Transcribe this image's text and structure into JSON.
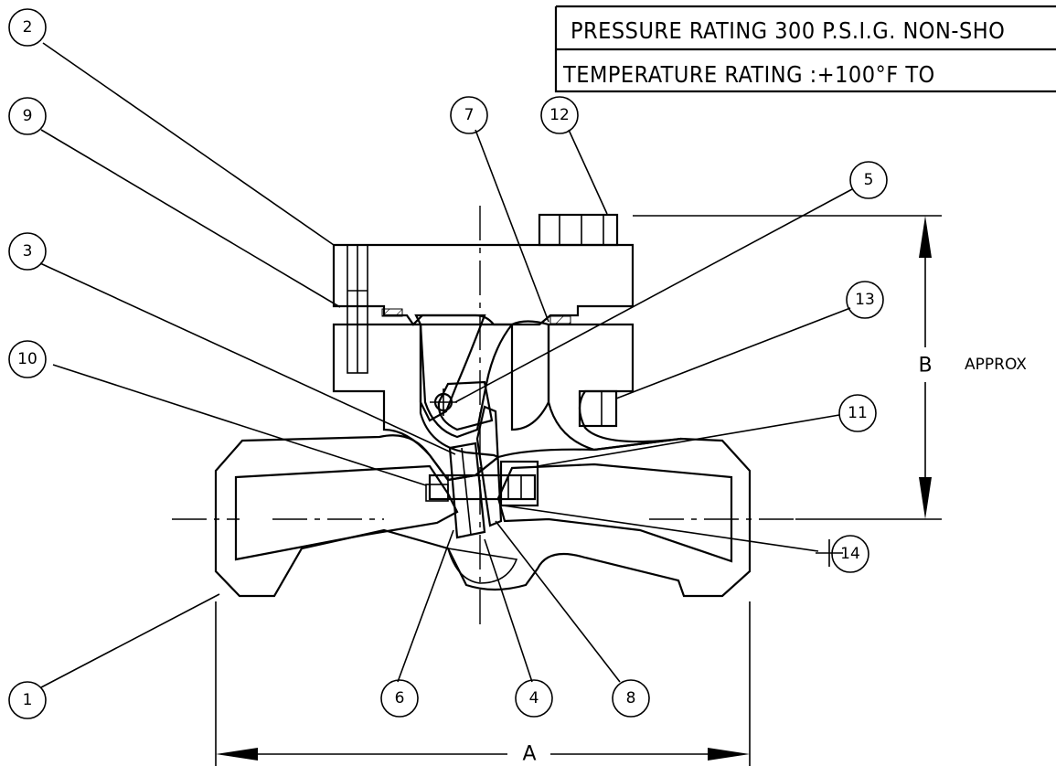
{
  "title_block": {
    "pressure_rating": "PRESSURE RATING 300 P.S.I.G. NON-SHO",
    "temperature_rating": "TEMPERATURE RATING :+100°F TO"
  },
  "dimensions": {
    "width_label": "A",
    "height_label": "B",
    "height_note": "APPROX"
  },
  "balloons": [
    "1",
    "2",
    "3",
    "4",
    "5",
    "6",
    "7",
    "8",
    "9",
    "10",
    "11",
    "12",
    "13",
    "14"
  ]
}
